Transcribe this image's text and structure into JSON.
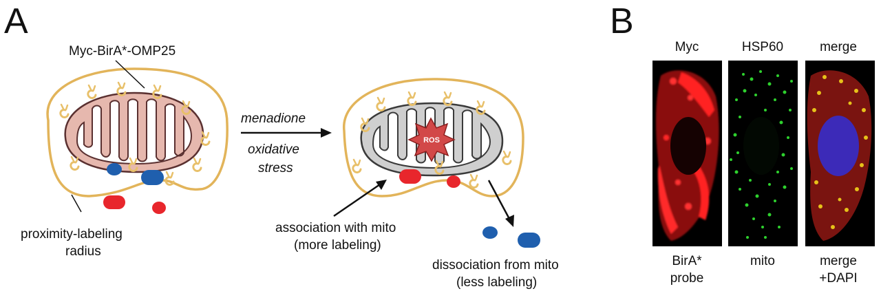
{
  "panel_a": {
    "letter": "A",
    "probe_label": "Myc-BirA*-OMP25",
    "radius_label_line1": "proximity-labeling",
    "radius_label_line2": "radius",
    "treatment": "menadione",
    "stress_line1": "oxidative",
    "stress_line2": "stress",
    "ros_label": "ROS",
    "assoc_line1": "association with mito",
    "assoc_line2": "(more labeling)",
    "dissoc_line1": "dissociation from mito",
    "dissoc_line2": "(less labeling)"
  },
  "panel_b": {
    "letter": "B",
    "columns": [
      {
        "header": "Myc",
        "caption_line1": "BirA*",
        "caption_line2": "probe"
      },
      {
        "header": "HSP60",
        "caption_line1": "mito",
        "caption_line2": ""
      },
      {
        "header": "merge",
        "caption_line1": "merge",
        "caption_line2": "+DAPI"
      }
    ]
  },
  "colors": {
    "halo": "#e2b45a",
    "mito_healthy": "#e6b8ae",
    "mito_stressed": "#cfcfcf",
    "red_protein": "#e8262c",
    "blue_protein": "#1f5fae",
    "ros_star": "#d24848",
    "myc_channel": "#e11414",
    "hsp60_channel": "#2ed12e",
    "dapi_channel": "#3c2ab8"
  }
}
